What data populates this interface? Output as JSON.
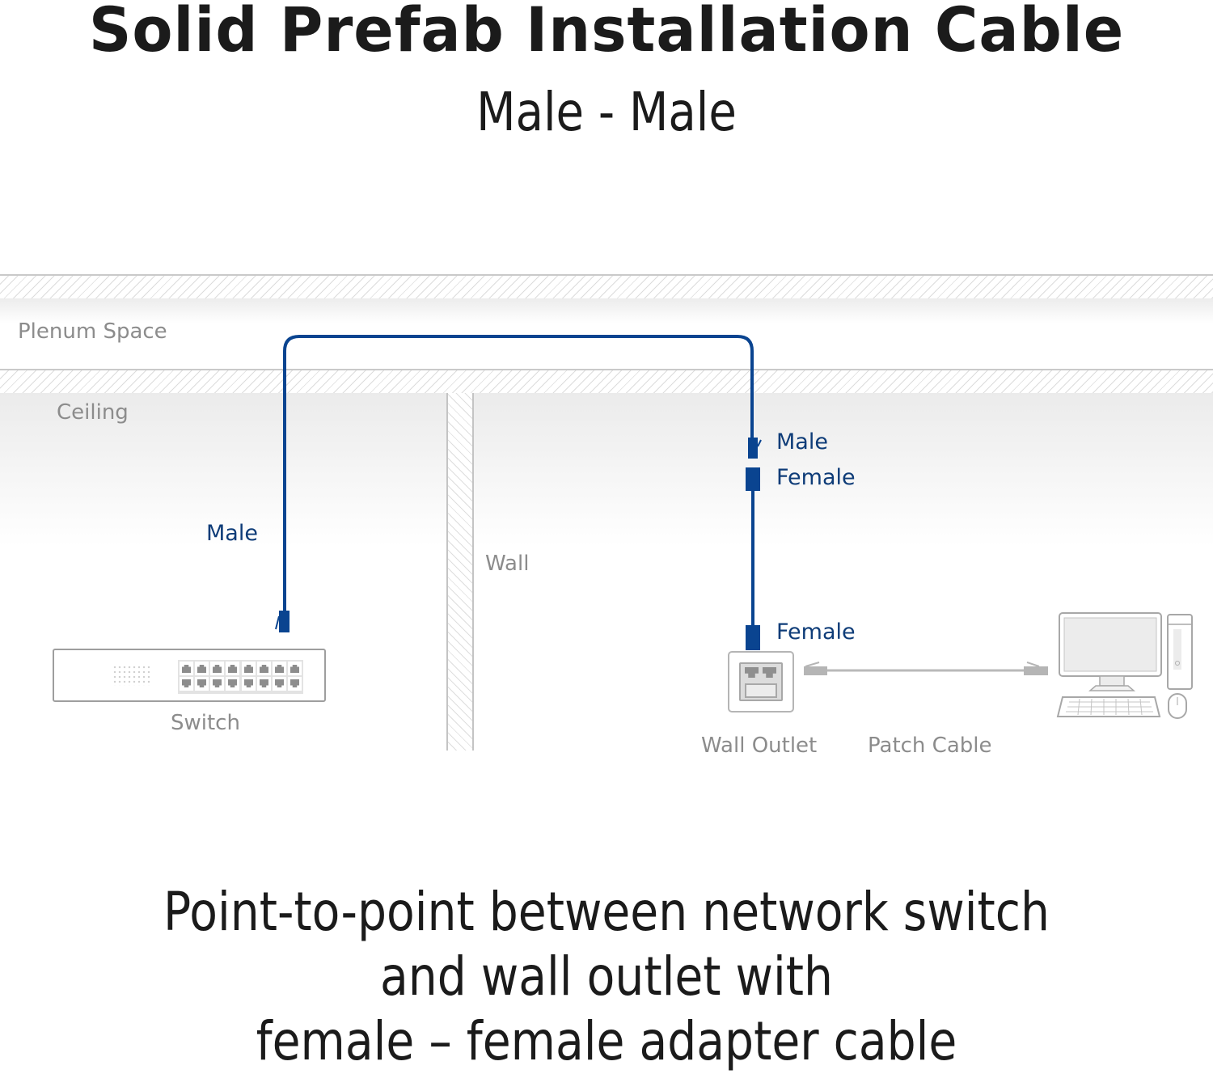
{
  "header": {
    "title": "Solid Prefab Installation Cable",
    "subtitle": "Male - Male"
  },
  "diagram": {
    "zones": {
      "plenum": "Plenum Space",
      "ceiling": "Ceiling",
      "wall": "Wall"
    },
    "devices": {
      "switch": "Switch",
      "wall_outlet": "Wall Outlet",
      "patch_cable": "Patch Cable"
    },
    "connectors": {
      "switch_end": "Male",
      "adapter_top_male": "Male",
      "adapter_top_female": "Female",
      "outlet_end": "Female"
    },
    "switch_ports": 16,
    "colors": {
      "cable": "#0a4490",
      "label_blue": "#0e3c78",
      "label_grey": "#8c8c8c",
      "patch_cable": "#b9b9b9"
    }
  },
  "footer": {
    "line1": "Point-to-point between network switch",
    "line2": "and wall outlet with",
    "line3": "female – female adapter cable"
  }
}
